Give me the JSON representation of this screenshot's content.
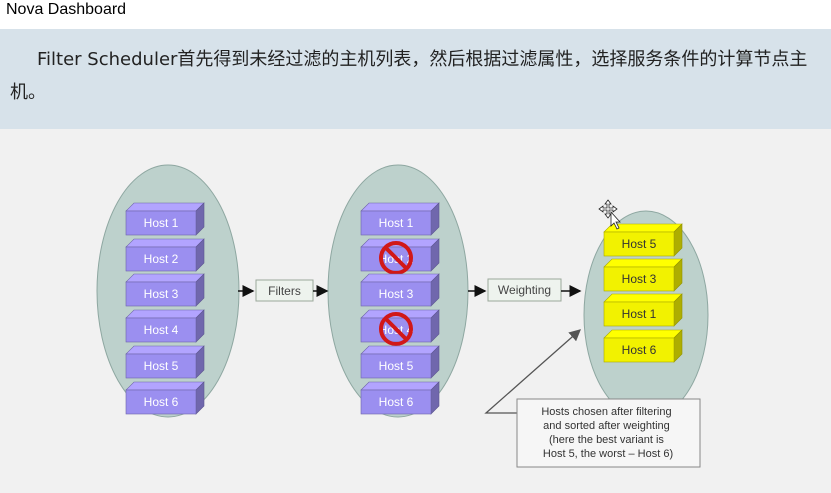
{
  "header": {
    "title": "Nova Dashboard"
  },
  "caption": "Filter Scheduler首先得到未经过滤的主机列表，然后根据过滤属性，选择服务条件的计算节点主机。",
  "diagram": {
    "all_hosts": [
      "Host 1",
      "Host 2",
      "Host 3",
      "Host 4",
      "Host 5",
      "Host 6"
    ],
    "filtered_hosts": [
      {
        "label": "Host 1",
        "excluded": false
      },
      {
        "label": "Host 2",
        "excluded": true
      },
      {
        "label": "Host 3",
        "excluded": false
      },
      {
        "label": "Host 4",
        "excluded": true
      },
      {
        "label": "Host 5",
        "excluded": false
      },
      {
        "label": "Host 6",
        "excluded": false
      }
    ],
    "filters_label": "Filters",
    "weighting_label": "Weighting",
    "weighted_hosts": [
      "Host 5",
      "Host 3",
      "Host 1",
      "Host 6"
    ],
    "note_lines": [
      "Hosts chosen after filtering",
      "and sorted after weighting",
      "(here the best variant is",
      "Host 5, the worst – Host 6)"
    ]
  },
  "colors": {
    "host_box": "#9b8ff0",
    "host_box_text": "#ffffff",
    "selected_box": "#f2f200",
    "selected_box_text": "#333333",
    "ellipse_fill": "#bdd1cc",
    "prohibited_sign": "#d11818"
  }
}
